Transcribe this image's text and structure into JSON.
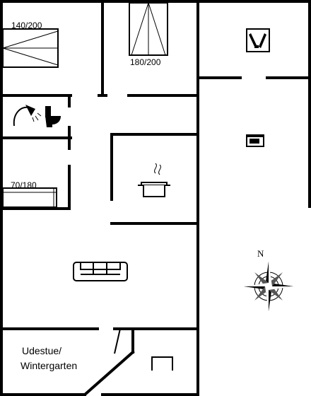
{
  "labels": {
    "bed_double_left": "140/200",
    "bed_double_right": "180/200",
    "bed_single": "70/180",
    "room_winter_line1": "Udestue/",
    "room_winter_line2": "Wintergarten",
    "compass_north": "N"
  },
  "icons": {
    "bathroom": [
      "shower-icon",
      "toilet-icon"
    ],
    "kitchen": [
      "cooking-pot-icon"
    ],
    "living": [
      "sofa-icon"
    ],
    "utility": [
      "wine-bottles-icon"
    ],
    "carport": [
      "car-icon"
    ],
    "orientation": [
      "compass-rose-icon"
    ]
  }
}
